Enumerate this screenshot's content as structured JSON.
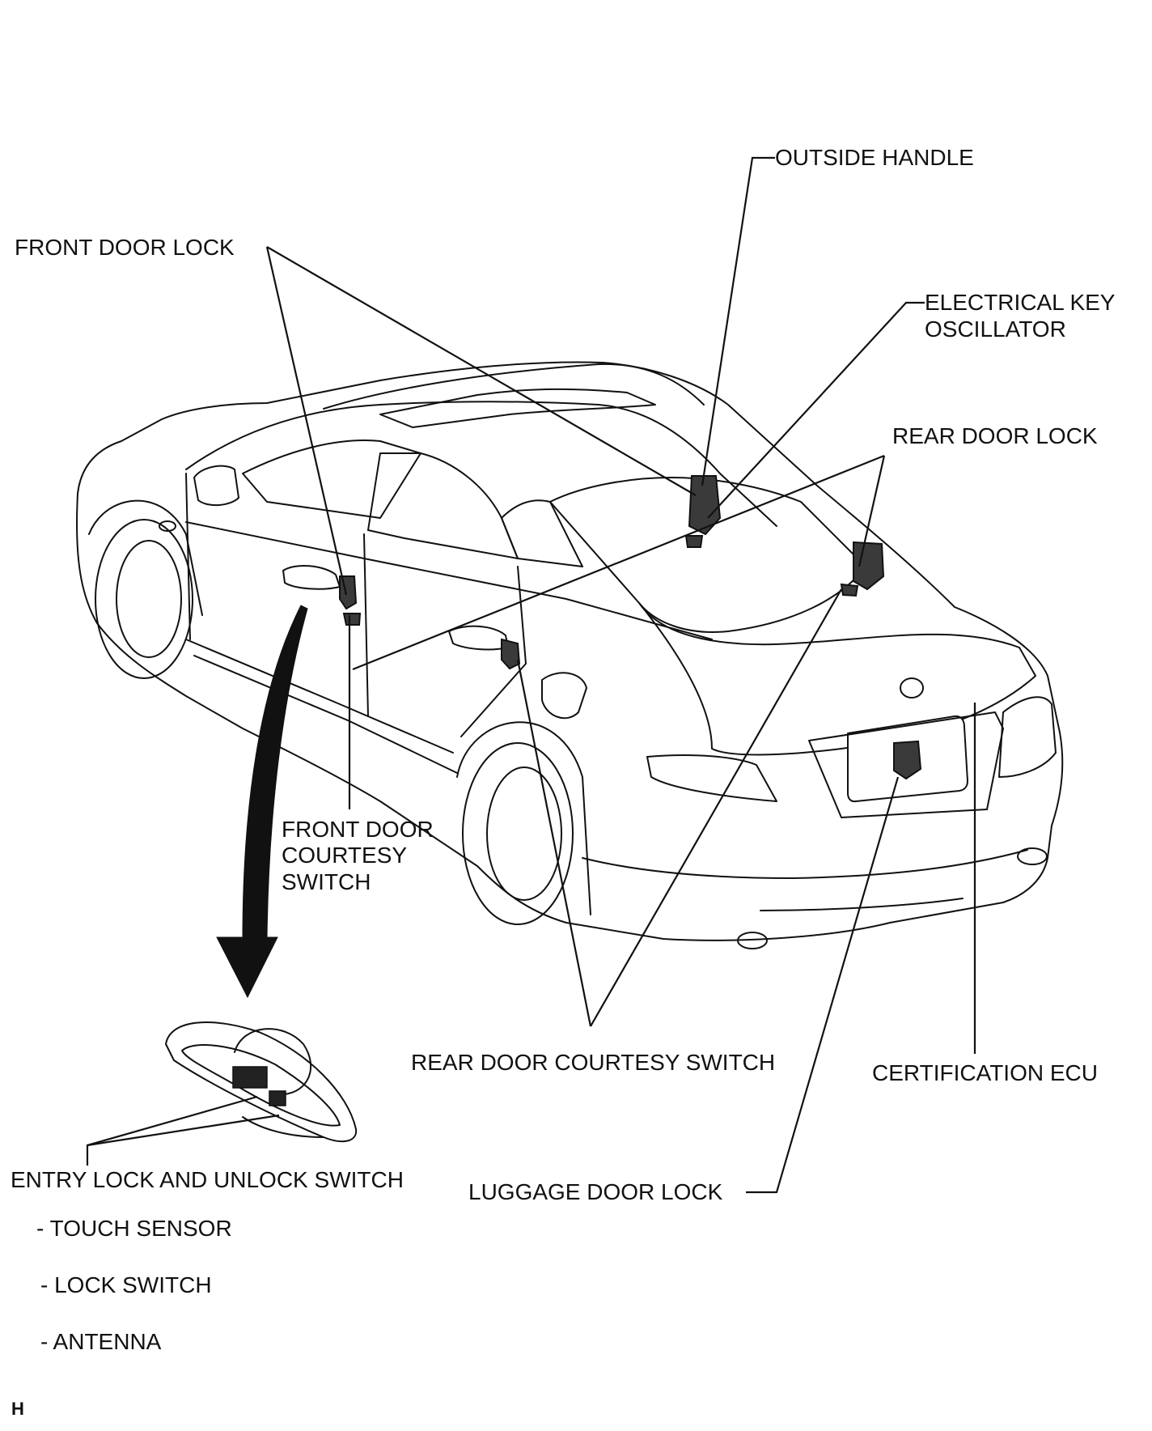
{
  "labels": {
    "outside_handle": "OUTSIDE HANDLE",
    "front_door_lock": "FRONT DOOR LOCK",
    "electrical_key_oscillator_line1": "ELECTRICAL KEY",
    "electrical_key_oscillator_line2": "OSCILLATOR",
    "rear_door_lock": "REAR DOOR LOCK",
    "front_door_courtesy_switch_line1": "FRONT DOOR",
    "front_door_courtesy_switch_line2": "COURTESY",
    "front_door_courtesy_switch_line3": "SWITCH",
    "rear_door_courtesy_switch": "REAR DOOR COURTESY SWITCH",
    "certification_ecu": "CERTIFICATION ECU",
    "luggage_door_lock": "LUGGAGE DOOR LOCK",
    "entry_lock_unlock_switch": "ENTRY LOCK AND UNLOCK SWITCH"
  },
  "entry_switch_components": [
    "- TOUCH SENSOR",
    "- LOCK SWITCH",
    "- ANTENNA"
  ],
  "figure_id": "H",
  "colors": {
    "ink": "#111111",
    "background": "#ffffff"
  }
}
